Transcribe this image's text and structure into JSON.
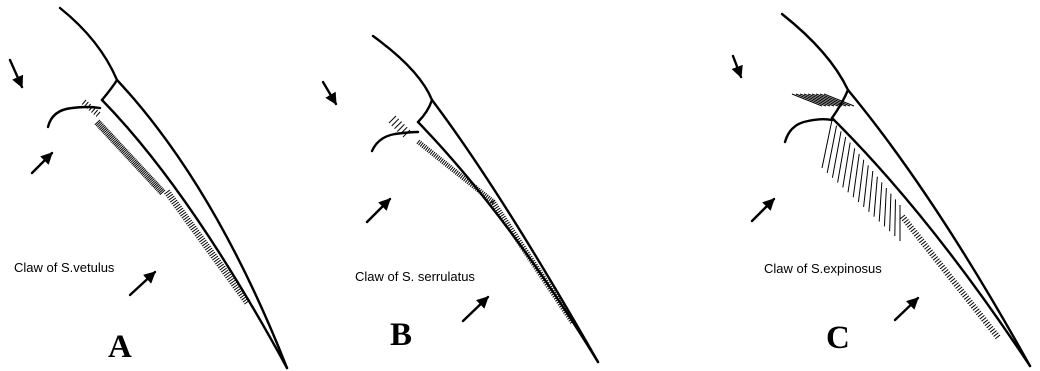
{
  "panels": [
    {
      "letter": "A",
      "caption": "Claw of S.vetulus"
    },
    {
      "letter": "B",
      "caption": "Claw of S. serrulatus"
    },
    {
      "letter": "C",
      "caption": "Claw of S.expinosus"
    }
  ],
  "colors": {
    "ink": "#000000",
    "background": "#ffffff"
  }
}
